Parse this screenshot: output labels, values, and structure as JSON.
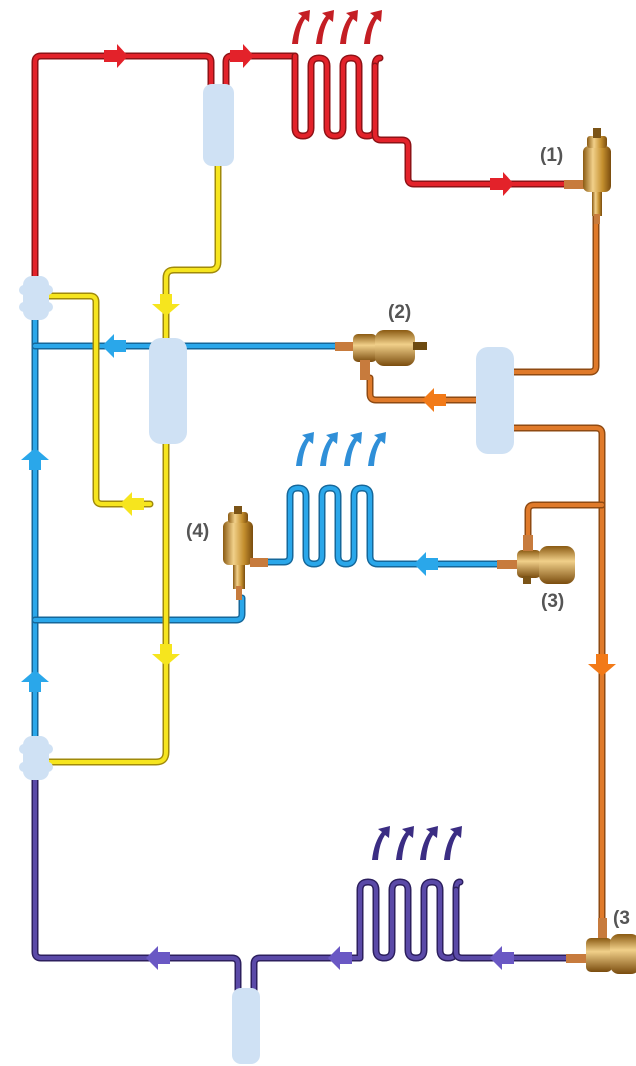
{
  "valve_labels": {
    "v1": "(1)",
    "v2": "(2)",
    "v3": "(3)",
    "v4": "(4)",
    "v3b": "(3"
  },
  "colors": {
    "hot_gas": "#e3222a",
    "warm_liquid": "#e07a2a",
    "cold_blue": "#2aa7ea",
    "yellow_line": "#f6e51e",
    "purple_line": "#5b4aa8",
    "component_fill": "#cfe1f4",
    "brass": "#d9a84a",
    "heat_out_arrows": "#c41e24",
    "heat_in_arrows": "#2f8fd8",
    "purple_arrows": "#3b2d83"
  },
  "icons": {
    "valve": "expansion-valve-icon",
    "receiver": "receiver-tank-icon",
    "coil": "heat-exchanger-coil-icon"
  }
}
